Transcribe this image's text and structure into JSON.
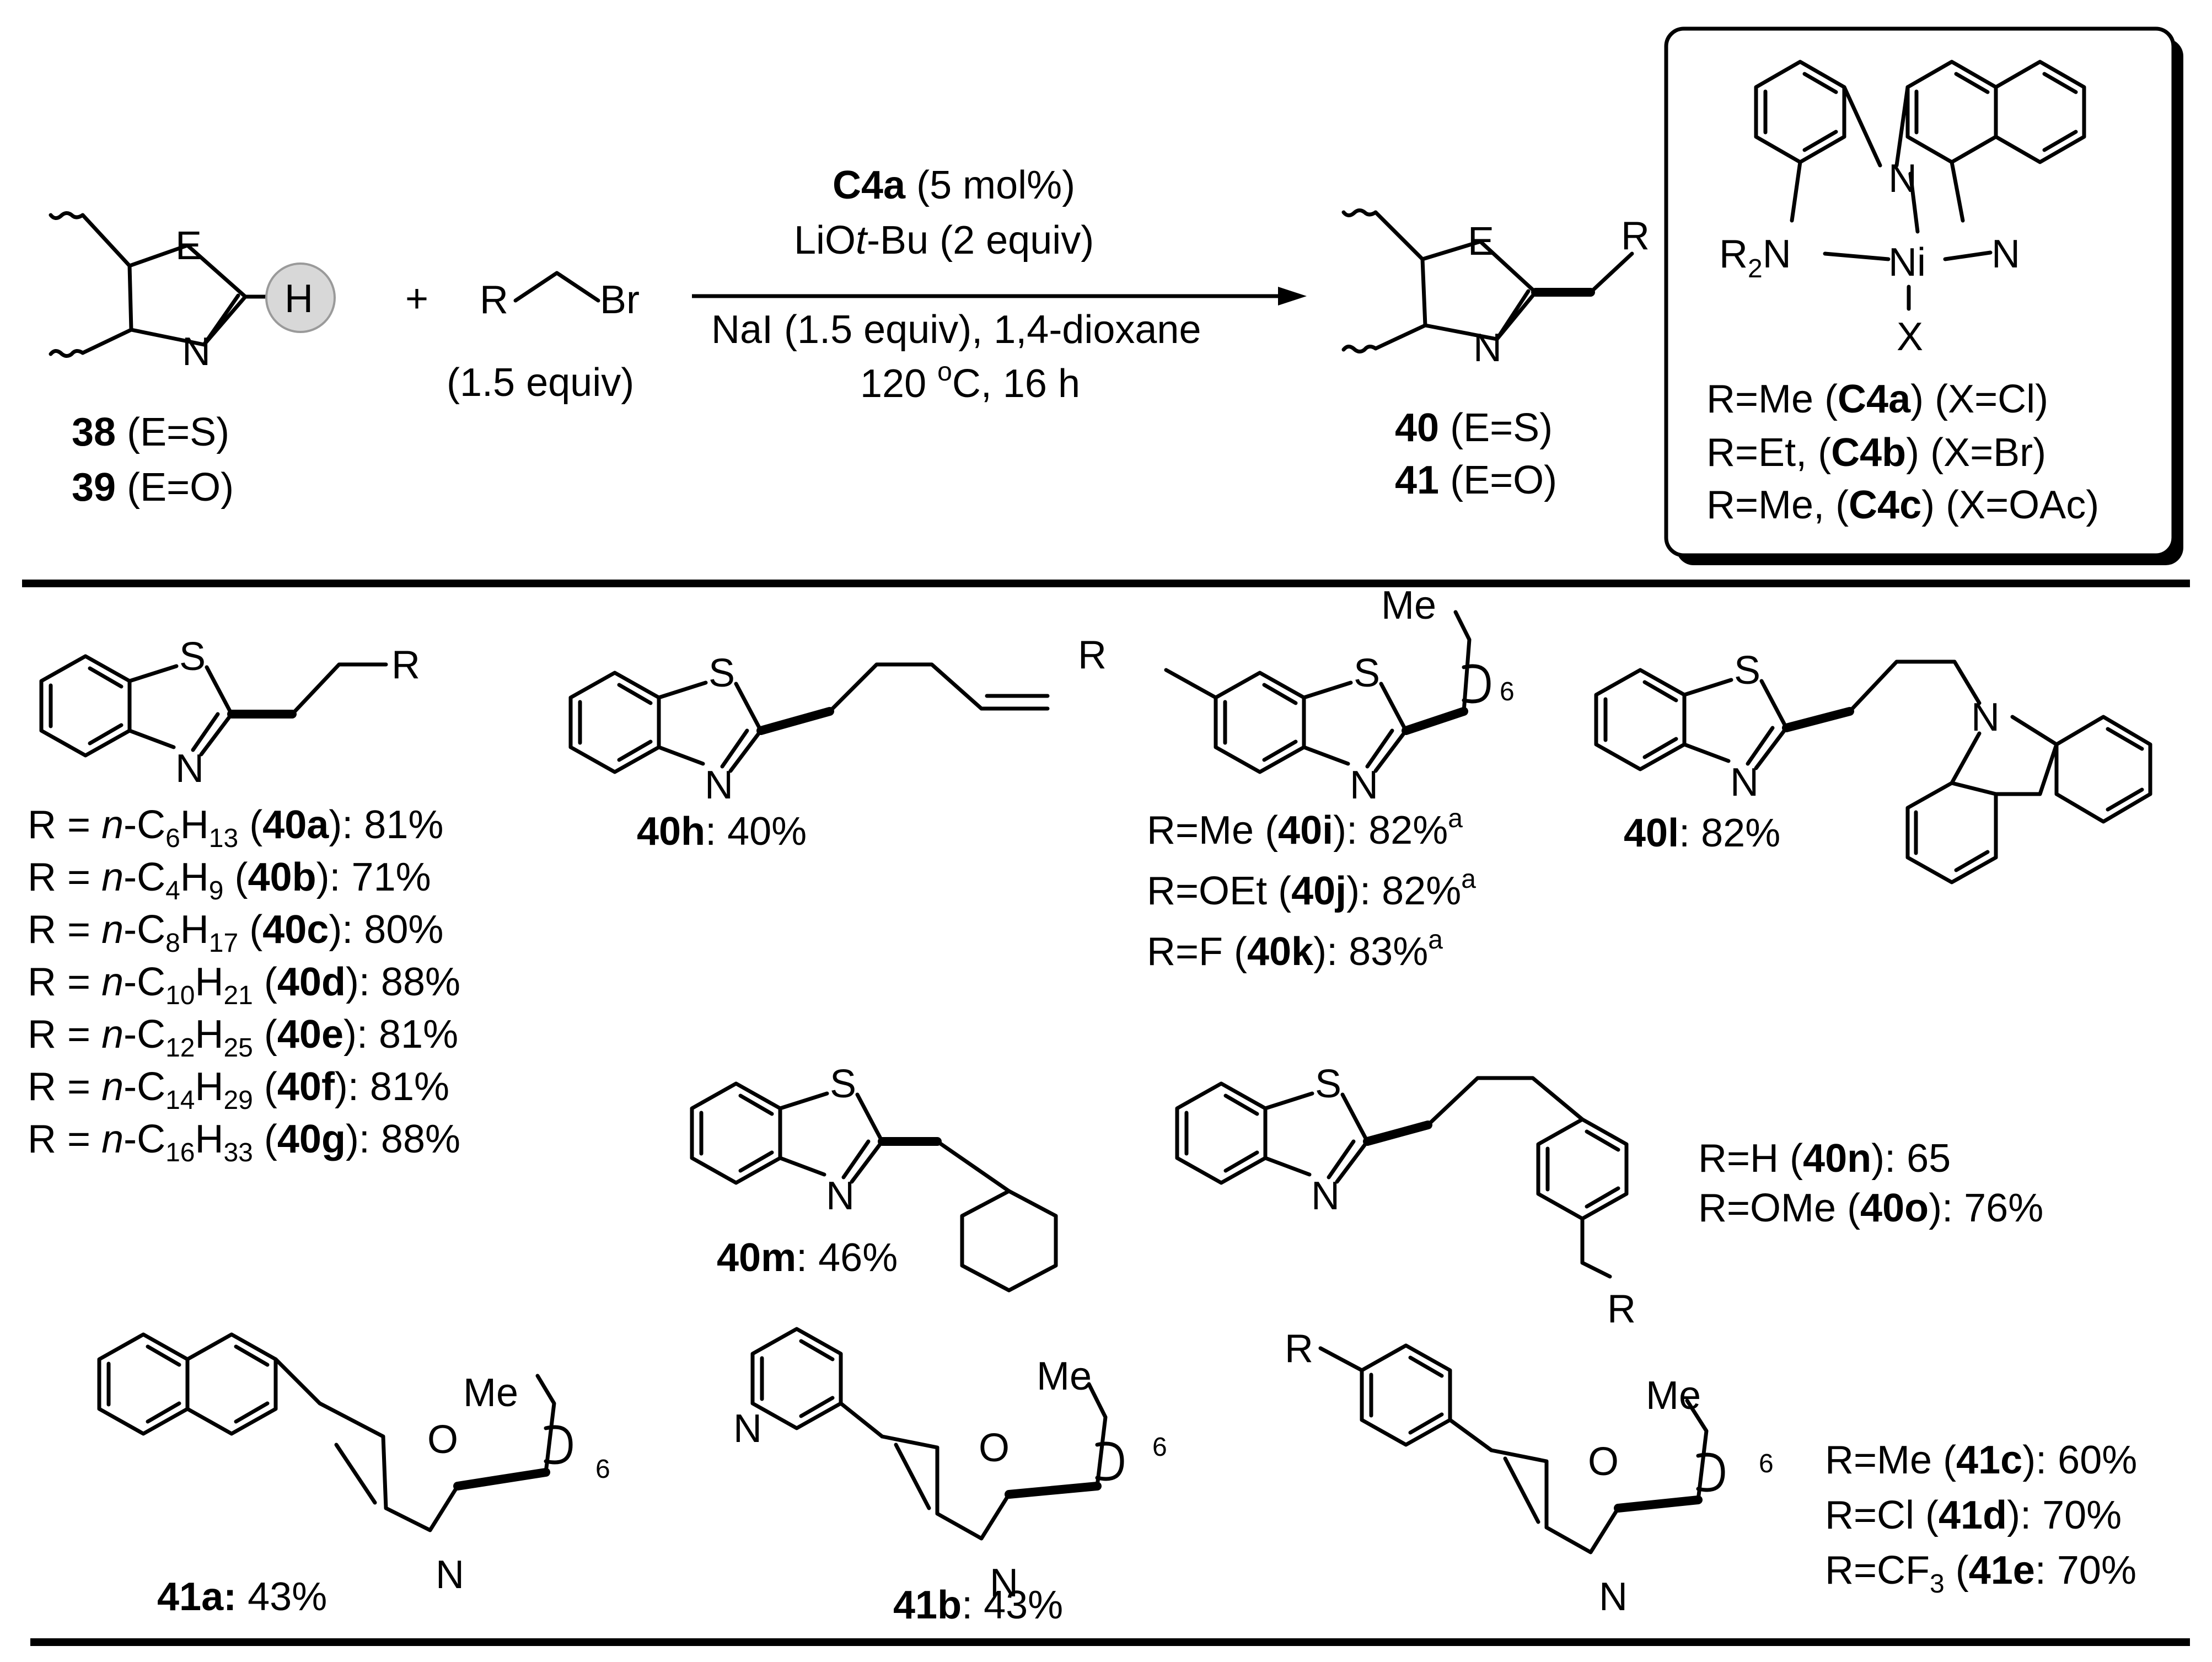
{
  "reaction": {
    "substrate_atoms": {
      "E": "E",
      "N": "N",
      "H": "H"
    },
    "substrate_labels": [
      {
        "num": "38",
        "rest": " (E=S)"
      },
      {
        "num": "39",
        "rest": " (E=O)"
      }
    ],
    "plus": "+",
    "reagent_atoms": {
      "R": "R",
      "Br": "Br"
    },
    "reagent_equiv": "(1.5 equiv)",
    "conditions": {
      "catalyst": {
        "bold": "C4a",
        "rest": " (5 mol%)"
      },
      "base": {
        "pre": "LiO",
        "italic": "t",
        "post": "-Bu (2 equiv)"
      },
      "additive": "NaI (1.5 equiv), 1,4-dioxane",
      "temp": {
        "pre": "120 ",
        "sup": "o",
        "post": "C, 16 h"
      }
    },
    "product_atoms": {
      "E": "E",
      "N": "N",
      "R": "R"
    },
    "product_labels": [
      {
        "num": "40",
        "rest": " (E=S)"
      },
      {
        "num": "41",
        "rest": " (E=O)"
      }
    ]
  },
  "catalyst_box": {
    "atoms": {
      "N": "N",
      "Ni": "Ni",
      "X": "X",
      "R2N_R": "R",
      "R2N_sub": "2",
      "R2N_N": "N"
    },
    "variants": [
      {
        "pre": "R=Me (",
        "bold": "C4a",
        "post": ") (X=Cl)"
      },
      {
        "pre": "R=Et, (",
        "bold": "C4b",
        "post": ") (X=Br)"
      },
      {
        "pre": "R=Me, (",
        "bold": "C4c",
        "post": ") (X=OAc)"
      }
    ]
  },
  "products": {
    "s": "S",
    "n": "N",
    "o": "O",
    "r": "R",
    "me": "Me",
    "six": "6",
    "series_a": [
      {
        "pre": "R = ",
        "it": "n",
        "c": "-C",
        "c_sub": "6",
        "h": "H",
        "h_sub": "13",
        "open": " (",
        "id": "40a",
        "yield": "): 81%"
      },
      {
        "pre": "R = ",
        "it": "n",
        "c": "-C",
        "c_sub": "4",
        "h": "H",
        "h_sub": "9",
        "open": "  (",
        "id": "40b",
        "yield": "): 71%"
      },
      {
        "pre": "R = ",
        "it": "n",
        "c": "-C",
        "c_sub": "8",
        "h": "H",
        "h_sub": "17",
        "open": " (",
        "id": "40c",
        "yield": "): 80%"
      },
      {
        "pre": "R = ",
        "it": "n",
        "c": "-C",
        "c_sub": "10",
        "h": "H",
        "h_sub": "21",
        "open": " (",
        "id": "40d",
        "yield": "): 88%"
      },
      {
        "pre": "R = ",
        "it": "n",
        "c": "-C",
        "c_sub": "12",
        "h": "H",
        "h_sub": "25",
        "open": " (",
        "id": "40e",
        "yield": "): 81%"
      },
      {
        "pre": "R = ",
        "it": "n",
        "c": "-C",
        "c_sub": "14",
        "h": "H",
        "h_sub": "29",
        "open": " (",
        "id": "40f",
        "yield": "): 81%"
      },
      {
        "pre": "R = ",
        "it": "n",
        "c": "-C",
        "c_sub": "16",
        "h": "H",
        "h_sub": "33",
        "open": " (",
        "id": "40g",
        "yield": "): 88%"
      }
    ],
    "p40h": {
      "id": "40h",
      "yield": ": 40%"
    },
    "series_ijk": [
      {
        "pre": "R=Me (",
        "id": "40i",
        "yield": "): 82%",
        "sup": "a"
      },
      {
        "pre": "R=OEt (",
        "id": "40j",
        "yield": "): 82%",
        "sup": "a"
      },
      {
        "pre": "R=F (",
        "id": "40k",
        "yield": "): 83%",
        "sup": "a"
      }
    ],
    "p40l": {
      "id": "40l",
      "yield": ": 82%"
    },
    "p40m": {
      "id": "40m",
      "yield": ": 46%"
    },
    "series_no": [
      {
        "pre": "R=H  (",
        "id": "40n",
        "yield": "): 65"
      },
      {
        "pre": "R=OMe  (",
        "id": "40o",
        "yield": "): 76%"
      }
    ],
    "p41a": {
      "id": "41a:",
      "yield": " 43%"
    },
    "p41b": {
      "id": "41b",
      "yield": ": 43%"
    },
    "series_41": [
      {
        "pre": "R=Me (",
        "id": "41c",
        "yield": "): 60%"
      },
      {
        "pre": "R=Cl (",
        "id": "41d",
        "yield": "): 70%"
      },
      {
        "pre": "R=CF",
        "sub": "3",
        "open": " (",
        "id": "41e",
        "yield": ": 70%"
      }
    ]
  }
}
